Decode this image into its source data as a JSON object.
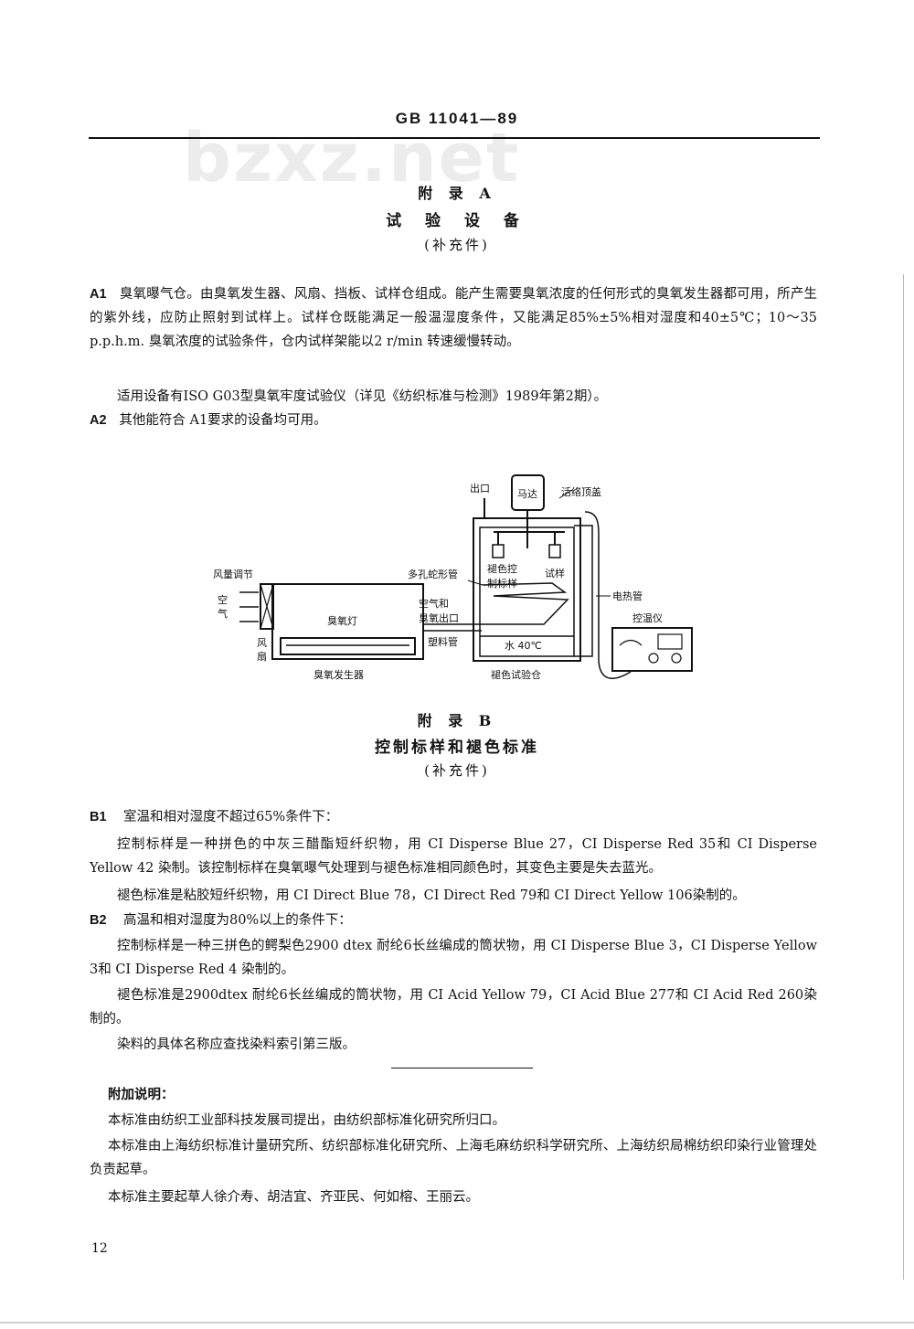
{
  "header": {
    "code": "GB 11041—89"
  },
  "watermark": {
    "text": "bzxz.net"
  },
  "appendix_a": {
    "title": "附 录 A",
    "subtitle": "试 验 设 备",
    "note": "(补充件)",
    "a1_label": "A1",
    "a1_text": "臭氧曝气仓。由臭氧发生器、风扇、挡板、试样仓组成。能产生需要臭氧浓度的任何形式的臭氧发生器都可用，所产生的紫外线，应防止照射到试样上。试样仓既能满足一般温湿度条件，又能满足85%±5%相对湿度和40±5℃；10～35 p.p.h.m. 臭氧浓度的试验条件，仓内试样架能以2 r/min 转速缓慢转动。",
    "a1_text2": "适用设备有ISO G03型臭氧牢度试验仪（详见《纺织标准与检测》1989年第2期）。",
    "a2_label": "A2",
    "a2_text": "其他能符合 A1要求的设备均可用。"
  },
  "diagram": {
    "labels": {
      "outlet": "出口",
      "motor": "马达",
      "lid": "活络顶盖",
      "airflow": "风量调节",
      "air": "空\n气",
      "fan": "风\n扇",
      "ozone_lamp": "臭氧灯",
      "ozone_generator": "臭氧发生器",
      "coil_tube": "多孔蛇形管",
      "control_sample": "褪色控\n制标样",
      "sample": "试样",
      "air_ozone_outlet": "空气和\n臭氧出口",
      "plastic_tube": "塑料管",
      "water": "水 40℃",
      "chamber": "褪色试验仓",
      "heater": "电热管",
      "thermostat": "控温仪"
    }
  },
  "appendix_b": {
    "title": "附 录 B",
    "subtitle": "控制标样和褪色标准",
    "note": "(补充件)",
    "b1_label": "B1",
    "b1_text": "室温和相对湿度不超过65%条件下：",
    "b1_p1": "控制标样是一种拼色的中灰三醋酯短纤织物，用 CI Disperse Blue 27，CI Disperse Red 35和 CI Disperse Yellow 42 染制。该控制标样在臭氧曝气处理到与褪色标准相同颜色时，其变色主要是失去蓝光。",
    "b1_p2": "褪色标准是粘胶短纤织物，用 CI Direct Blue 78，CI Direct Red 79和 CI Direct Yellow 106染制的。",
    "b2_label": "B2",
    "b2_text": "高温和相对湿度为80%以上的条件下：",
    "b2_p1": "控制标样是一种三拼色的鳄梨色2900 dtex 耐纶6长丝编成的筒状物，用 CI Disperse Blue 3，CI Disperse Yellow 3和 CI Disperse Red 4 染制的。",
    "b2_p2": "褪色标准是2900dtex 耐纶6长丝编成的筒状物，用 CI Acid Yellow 79，CI Acid Blue 277和 CI Acid Red 260染制的。",
    "b2_p3": "染料的具体名称应查找染料索引第三版。"
  },
  "additional": {
    "title": "附加说明：",
    "p1": "本标准由纺织工业部科技发展司提出，由纺织部标准化研究所归口。",
    "p2": "本标准由上海纺织标准计量研究所、纺织部标准化研究所、上海毛麻纺织科学研究所、上海纺织局棉纺织印染行业管理处负责起草。",
    "p3": "本标准主要起草人徐介寿、胡洁宜、齐亚民、何如榕、王丽云。"
  },
  "page_number": "12"
}
